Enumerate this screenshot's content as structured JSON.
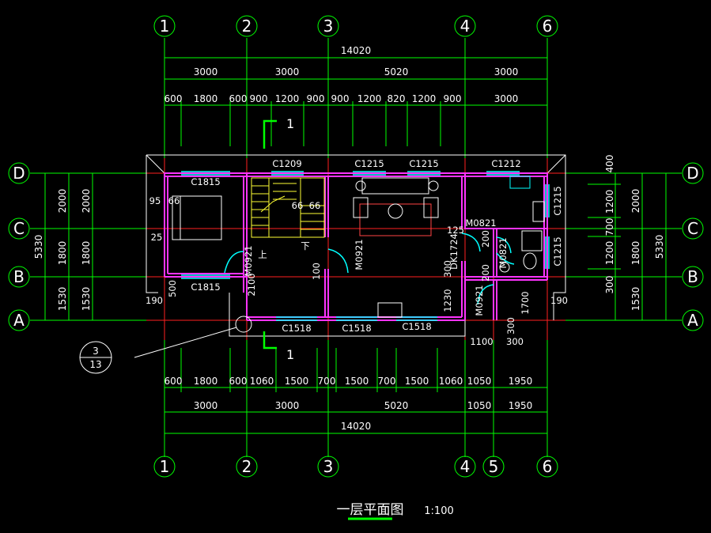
{
  "drawing": {
    "title": "一层平面图",
    "scale": "1:100",
    "colors": {
      "background": "#000000",
      "dimension_line": "#00ff00",
      "axis_line": "#ff0000",
      "wall": "#ff00ff",
      "window": "#00ffff",
      "furniture": "#ffff00",
      "outline": "#ffffff"
    }
  },
  "axes": {
    "vertical": [
      "1",
      "2",
      "3",
      "4",
      "5",
      "6"
    ],
    "horizontal": [
      "D",
      "C",
      "B",
      "A"
    ]
  },
  "dimensions": {
    "top_total": "14020",
    "top_bays": [
      "3000",
      "3000",
      "5020",
      "3000"
    ],
    "top_detail": [
      "600",
      "1800",
      "600",
      "900",
      "1200",
      "900",
      "900",
      "1200",
      "820",
      "1200",
      "900",
      "3000"
    ],
    "bottom_detail": [
      "600",
      "1800",
      "600",
      "1060",
      "1500",
      "700",
      "1500",
      "700",
      "1500",
      "1060",
      "1050",
      "1950"
    ],
    "bottom_bays": [
      "3000",
      "3000",
      "5020",
      "1050",
      "1950"
    ],
    "bottom_total": "14020",
    "left_total": "5330",
    "left_bays": [
      "2000",
      "1800",
      "1530"
    ],
    "left_inner": [
      "2000",
      "1800",
      "1530"
    ],
    "right_total": "5330",
    "right_bays": [
      "2000",
      "1800",
      "1530"
    ],
    "right_inner": [
      "400",
      "1200",
      "700",
      "1200",
      "300"
    ]
  },
  "labels": {
    "section_mark": "1",
    "section_mark_bottom": "1",
    "detail_top": "3",
    "detail_bottom": "13",
    "windows_top": [
      "C1209",
      "C1215",
      "C1215",
      "C1212"
    ],
    "windows_bottom": [
      "C1518",
      "C1518",
      "C1518"
    ],
    "windows_left": [
      "C1815",
      "C1815"
    ],
    "windows_right": [
      "C1215",
      "C1215"
    ],
    "doors": [
      "M0921",
      "M0921",
      "M0821",
      "M0821",
      "M0921",
      "DK1724"
    ],
    "misc": [
      "95",
      "66",
      "66",
      "66",
      "25",
      "500",
      "190",
      "190",
      "2100",
      "100",
      "300",
      "125",
      "1230",
      "1100",
      "300",
      "300",
      "200",
      "200",
      "1700"
    ],
    "stair_up": "上",
    "stair_down": "下"
  }
}
